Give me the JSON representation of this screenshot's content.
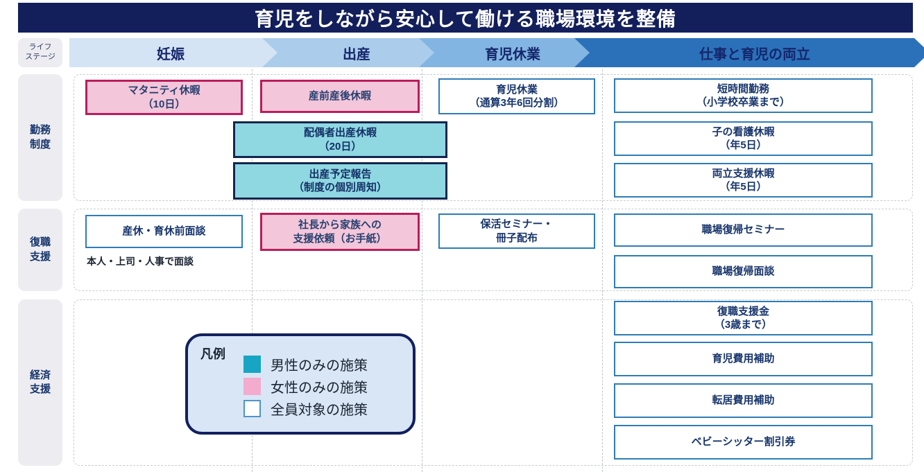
{
  "title": "育児をしながら安心して働ける職場環境を整備",
  "lifestage": {
    "header": "ライフ\nステージ",
    "stages": [
      {
        "label": "妊娠",
        "color": "#d4e4f4"
      },
      {
        "label": "出産",
        "color": "#abcdeb"
      },
      {
        "label": "育児休業",
        "color": "#82b5e2"
      },
      {
        "label": "仕事と育児の両立",
        "color": "#2b71ba"
      }
    ]
  },
  "rows": [
    {
      "label": "勤務\n制度"
    },
    {
      "label": "復職\n支援"
    },
    {
      "label": "経済\n支援"
    }
  ],
  "boxes": {
    "maternity_leave": {
      "label": "マタニティ休暇\n（10日）",
      "target": "female"
    },
    "prenatal_postnatal_leave": {
      "label": "産前産後休暇",
      "target": "female"
    },
    "childcare_leave": {
      "label": "育児休業\n（通算3年6回分割）",
      "target": "all"
    },
    "short_hours": {
      "label": "短時間勤務\n（小学校卒業まで）",
      "target": "all"
    },
    "spouse_birth_leave": {
      "label": "配偶者出産休暇\n（20日）",
      "target": "male"
    },
    "child_nursing_leave": {
      "label": "子の看護休暇\n（年5日）",
      "target": "all"
    },
    "birth_plan_report": {
      "label": "出産予定報告\n（制度の個別周知）",
      "target": "male"
    },
    "balance_support_leave": {
      "label": "両立支援休暇\n（年5日）",
      "target": "all"
    },
    "pre_leave_interview": {
      "label": "産休・育休前面談",
      "target": "all"
    },
    "president_letter": {
      "label": "社長から家族への\n支援依頼（お手紙）",
      "target": "female"
    },
    "hokatsu_seminar": {
      "label": "保活セミナー・\n冊子配布",
      "target": "all"
    },
    "return_seminar": {
      "label": "職場復帰セミナー",
      "target": "all"
    },
    "return_interview": {
      "label": "職場復帰面談",
      "target": "all"
    },
    "return_allowance": {
      "label": "復職支援金\n（3歳まで）",
      "target": "all"
    },
    "childcare_cost_subsidy": {
      "label": "育児費用補助",
      "target": "all"
    },
    "relocation_cost_subsidy": {
      "label": "転居費用補助",
      "target": "all"
    },
    "babysitter_discount": {
      "label": "ベビーシッター割引券",
      "target": "all"
    }
  },
  "notes": {
    "interview_note": "本人・上司・人事で面談"
  },
  "legend": {
    "title": "凡例",
    "items": [
      {
        "label": "男性のみの施策",
        "color": "#17a5c3"
      },
      {
        "label": "女性のみの施策",
        "color": "#f3abce"
      },
      {
        "label": "全員対象の施策",
        "color": "#ffffff"
      }
    ]
  },
  "colors": {
    "title_bar": "#131f5b",
    "male_fill": "#8fd8e2",
    "male_border": "#14254d",
    "female_fill": "#f3c6da",
    "female_border": "#b91d5b",
    "all_border": "#2e7cb8",
    "text_navy": "#17356c",
    "stage_arrow_1": "#d4e4f4",
    "stage_arrow_2": "#abcdeb",
    "stage_arrow_3": "#82b5e2",
    "stage_arrow_4": "#2b71ba"
  }
}
